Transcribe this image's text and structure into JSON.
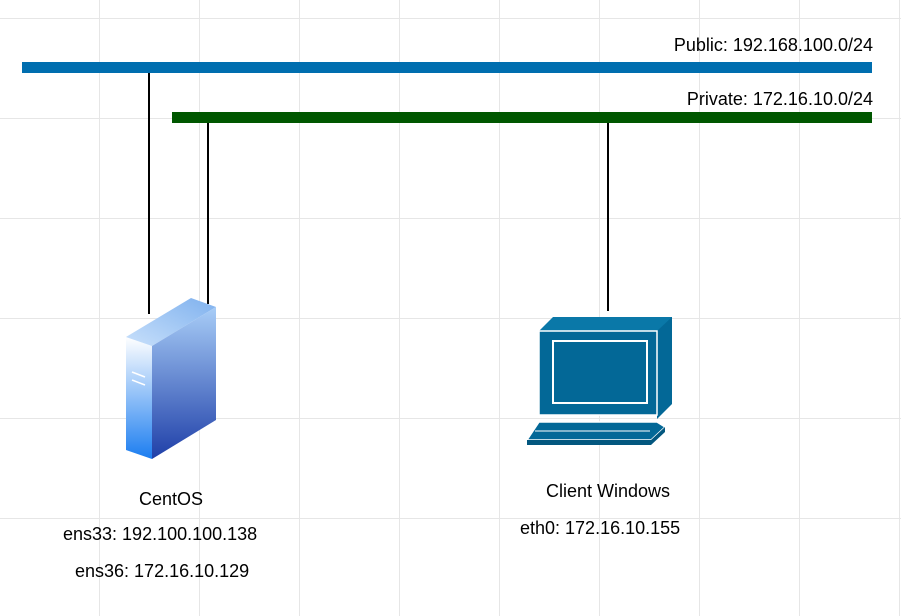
{
  "networks": {
    "public": {
      "label": "Public: 192.168.100.0/24",
      "color": "#006EAF"
    },
    "private": {
      "label": "Private: 172.16.10.0/24",
      "color": "#005700"
    }
  },
  "nodes": {
    "centos": {
      "name": "CentOS",
      "interfaces": [
        "ens33: 192.100.100.138",
        "ens36: 172.16.10.129"
      ],
      "icon": "server-icon"
    },
    "client": {
      "name": "Client Windows",
      "interfaces": [
        "eth0: 172.16.10.155"
      ],
      "icon": "computer-icon"
    }
  },
  "colors": {
    "link": "#000000",
    "server_light": "#9BC3F5",
    "server_dark": "#1E5DC8",
    "computer": "#036897"
  }
}
